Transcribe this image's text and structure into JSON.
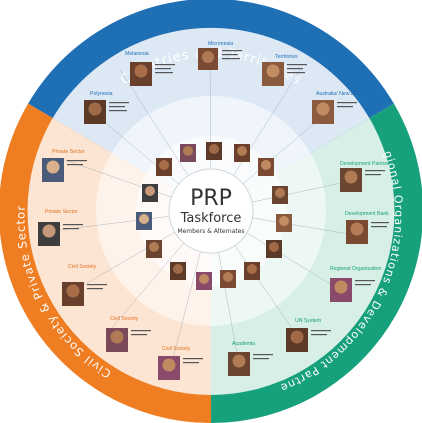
{
  "center": {
    "title": "PRP",
    "subtitle": "Taskforce",
    "members": "Members & Alternates"
  },
  "ring": {
    "top": "Countries and Territories",
    "right": "Regional Organizations & Development Partners",
    "left": "Civil Society & Private Sector"
  },
  "segments": [
    {
      "label": "Micronesia",
      "color": "#1f6fb5"
    },
    {
      "label": "Melanesia",
      "color": "#1f6fb5"
    },
    {
      "label": "Territories",
      "color": "#1f6fb5"
    },
    {
      "label": "Polynesia",
      "color": "#1f6fb5"
    },
    {
      "label": "Australia/ New Zealand",
      "color": "#1f6fb5"
    },
    {
      "label": "Development Partner",
      "color": "#1a9a7a"
    },
    {
      "label": "Development Bank",
      "color": "#1a9a7a"
    },
    {
      "label": "Regional Organization",
      "color": "#1a9a7a"
    },
    {
      "label": "UN System",
      "color": "#1a9a7a"
    },
    {
      "label": "Academia",
      "color": "#1a9a7a"
    },
    {
      "label": "Private Sector",
      "color": "#e07020"
    },
    {
      "label": "Private Sector",
      "color": "#e07020"
    },
    {
      "label": "Civil Society",
      "color": "#e07020"
    },
    {
      "label": "Civil Society",
      "color": "#e07020"
    },
    {
      "label": "Civil Society",
      "color": "#e07020"
    }
  ],
  "colors": {
    "blue": "#1f6fb5",
    "teal": "#1a9a7a",
    "orange": "#ef7d22",
    "blue_light": "#d9e6f4",
    "teal_light": "#d7efe8",
    "orange_light": "#fbe3cf"
  }
}
